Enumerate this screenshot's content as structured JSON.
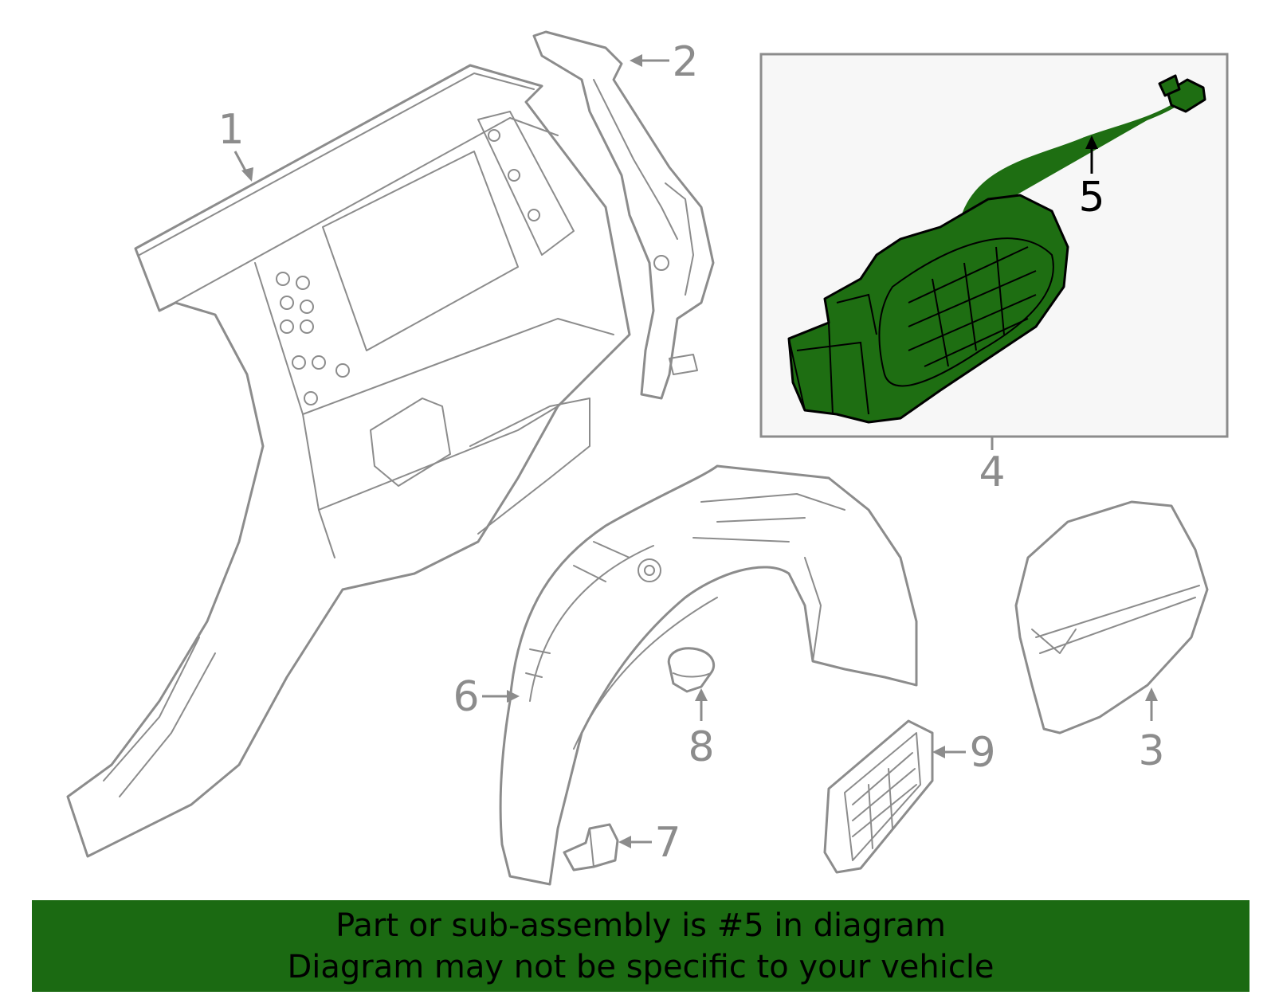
{
  "callouts": {
    "c1": "1",
    "c2": "2",
    "c3": "3",
    "c4": "4",
    "c5": "5",
    "c6": "6",
    "c7": "7",
    "c8": "8",
    "c9": "9"
  },
  "highlight": {
    "callout": "5",
    "color": "#1e6e12"
  },
  "banner": {
    "line1": "Part or sub-assembly is #5 in diagram",
    "line2": "Diagram may not be specific to your vehicle",
    "background": "#1b6a12"
  }
}
